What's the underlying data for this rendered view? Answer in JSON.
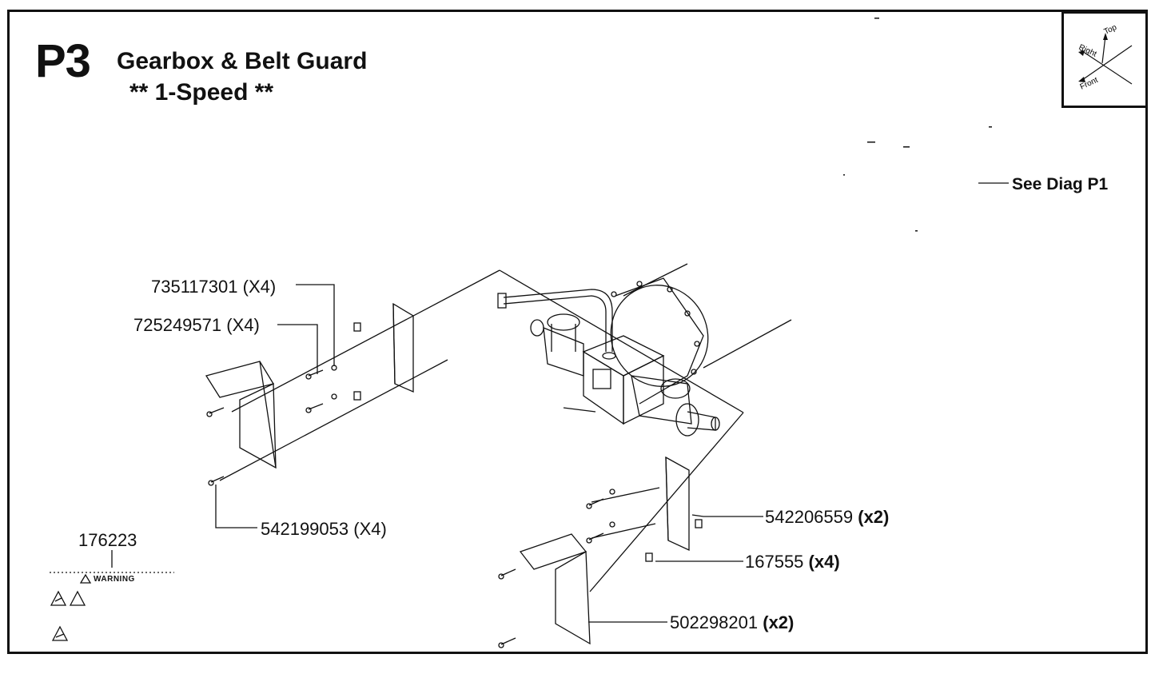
{
  "header": {
    "page_code": "P3",
    "title": "Gearbox & Belt Guard",
    "subtitle": "** 1-Speed **"
  },
  "orientation": {
    "top": "Top",
    "right": "Right",
    "front": "Front"
  },
  "reference": {
    "see_diag": "See Diag P1"
  },
  "parts": [
    {
      "number": "735117301",
      "qty": "(X4)"
    },
    {
      "number": "725249571",
      "qty": "(X4)"
    },
    {
      "number": "542199053",
      "qty": "(X4)"
    },
    {
      "number": "542206559",
      "qty": "(x2)"
    },
    {
      "number": "167555",
      "qty": "(x4)"
    },
    {
      "number": "502298201",
      "qty": "(x2)"
    },
    {
      "number": "176223",
      "qty": ""
    }
  ],
  "decal": {
    "label": "WARNING"
  }
}
